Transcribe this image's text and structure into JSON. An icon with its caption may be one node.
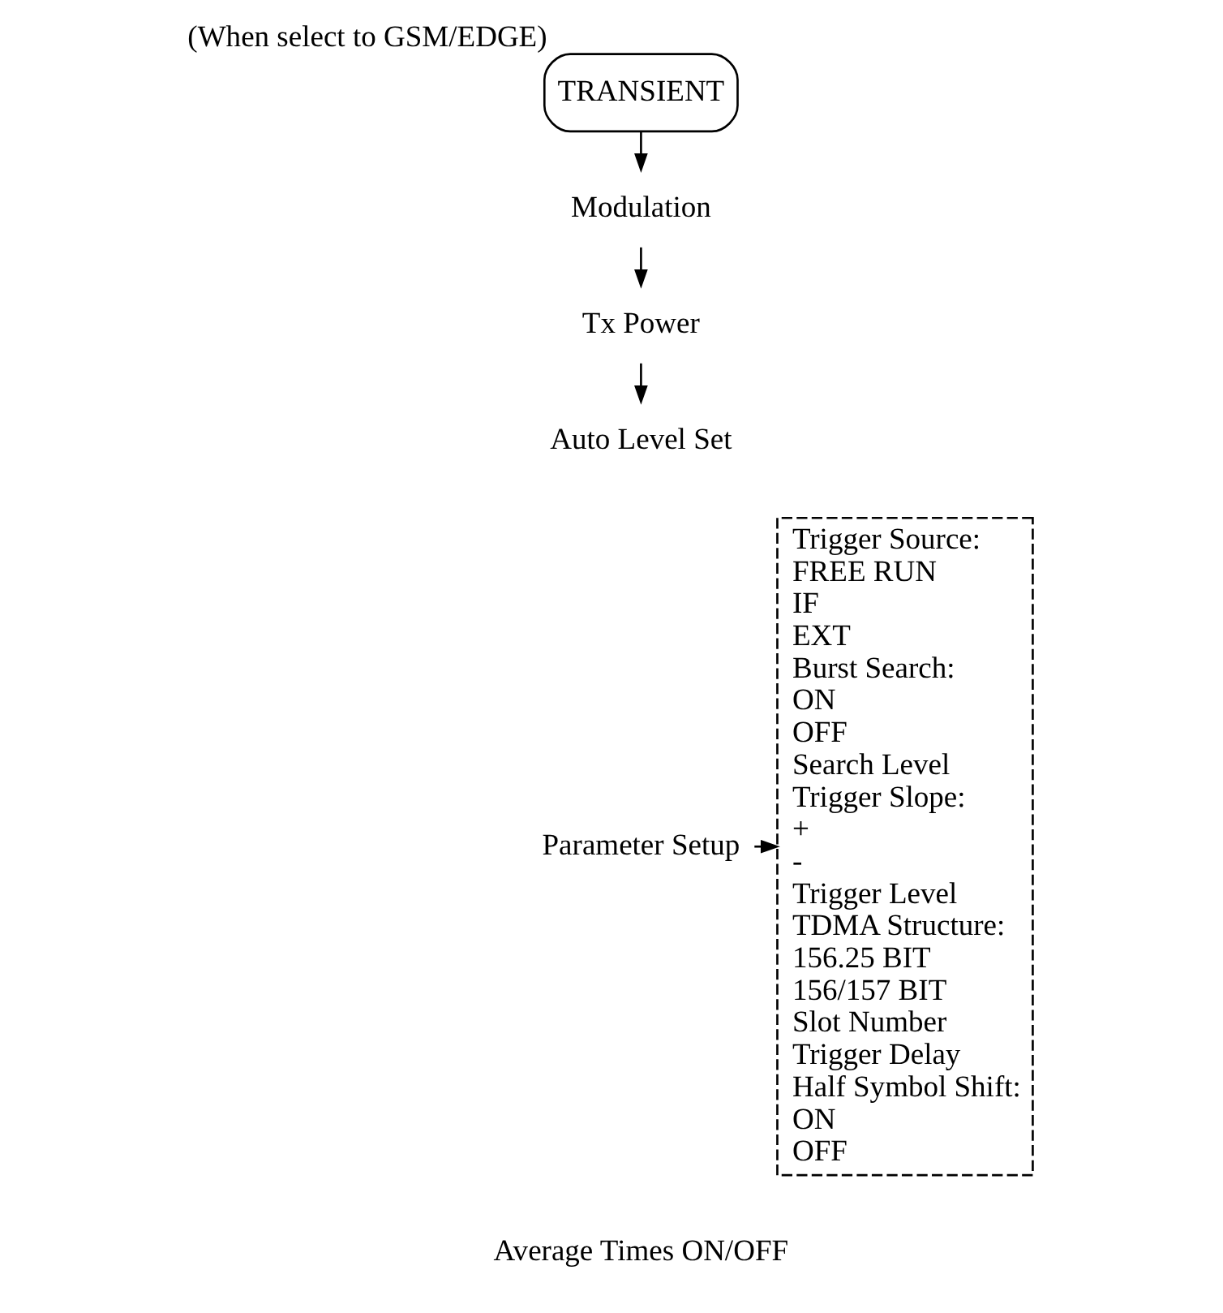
{
  "diagram": {
    "nodes": [
      {
        "text": [
          "TRANSIENT"
        ],
        "beside": [
          "(When select to GSM/EDGE)"
        ]
      },
      {
        "text": [
          "Modulation"
        ]
      },
      {
        "text": [
          "Tx Power"
        ]
      },
      {
        "text": [
          "Auto Level Set"
        ]
      },
      {
        "text": [
          "Parameter Setup"
        ]
      },
      {
        "text": [
          "Average Times ON/OFF"
        ]
      },
      {
        "text": [
          "Trigger Source:",
          "FREE RUN",
          "IF",
          "EXT",
          "Burst Search:",
          "ON",
          "OFF",
          "Search Level",
          "Trigger Slope:",
          "+",
          "-",
          "Trigger Level",
          "TDMA Structure:",
          "156.25 BIT",
          "156/157 BIT",
          "Slot Number",
          "Trigger Delay",
          "Half Symbol Shift:",
          "ON",
          "OFF"
        ]
      }
    ],
    "edges": [
      {
        "from": 0,
        "to": 1,
        "arrow": "to"
      },
      {
        "from": 1,
        "to": 2,
        "arrow": "to"
      },
      {
        "from": 2,
        "to": 3,
        "arrow": "to"
      },
      {
        "from": 4,
        "to": 6,
        "arrow": "to"
      }
    ]
  }
}
